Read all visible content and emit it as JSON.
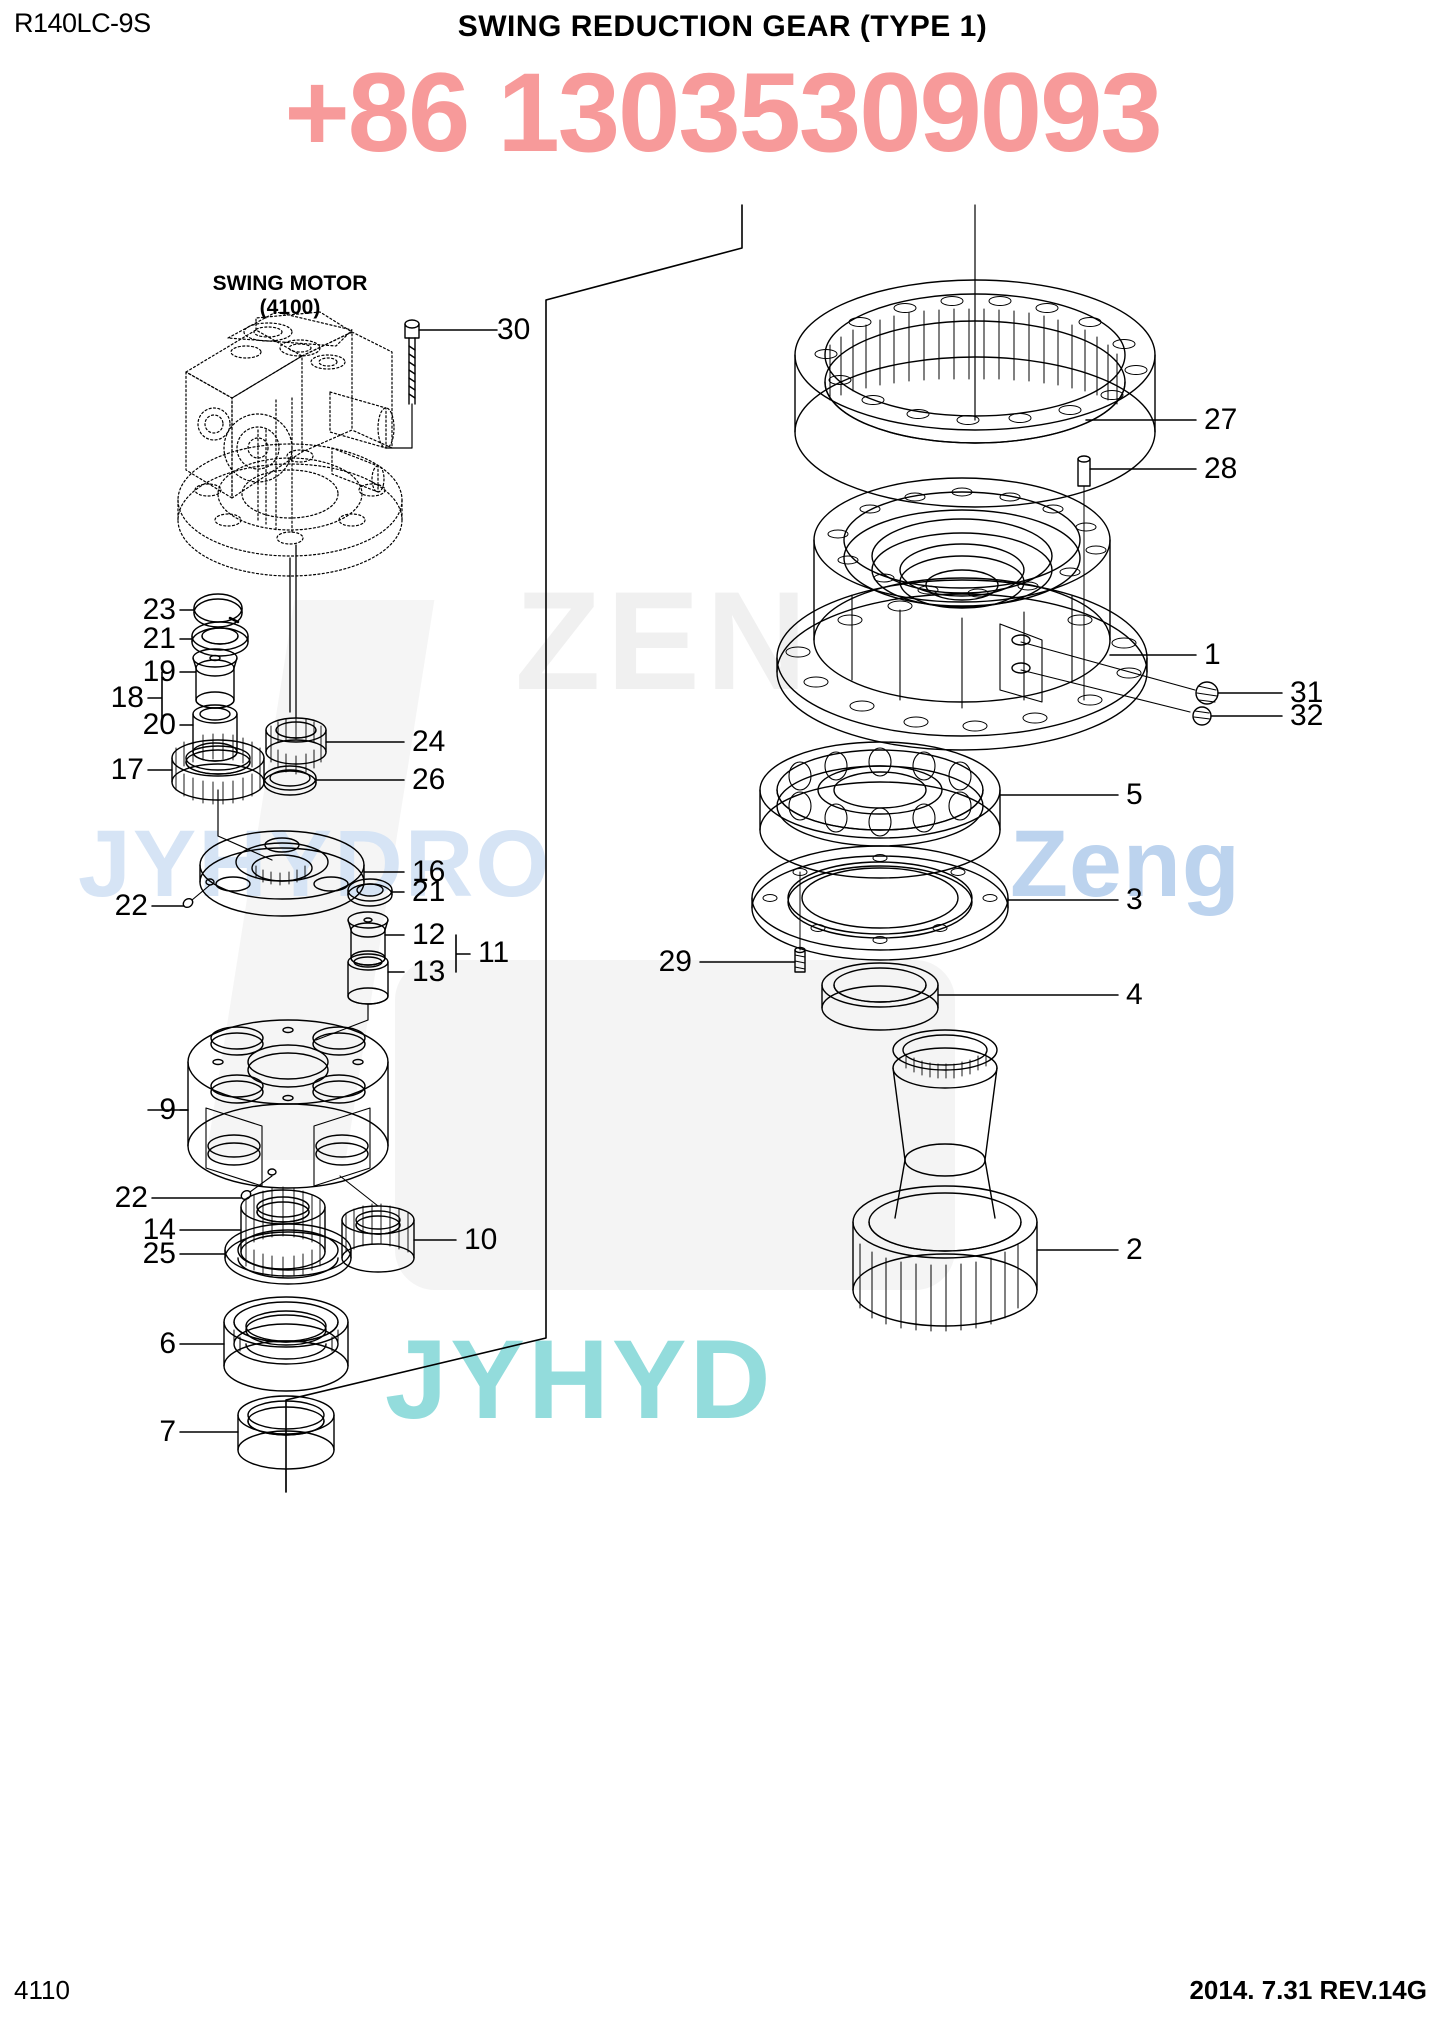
{
  "header": {
    "model_code": "R140LC-9S",
    "title": "SWING REDUCTION GEAR (TYPE 1)"
  },
  "watermarks": {
    "phone": "+86 13035309093",
    "brand_left": "JYHYDRO",
    "brand_right": "Zeng",
    "brand_big": "JYHYD",
    "brand_grey": "ZEN"
  },
  "footer": {
    "sheet_number": "4110",
    "revision": "2014. 7.31  REV.14G"
  },
  "assembly": {
    "unit_label_line1": "SWING MOTOR",
    "unit_label_line2": "(4100)"
  },
  "callouts": [
    {
      "id": "30",
      "label": "30"
    },
    {
      "id": "27",
      "label": "27"
    },
    {
      "id": "28",
      "label": "28"
    },
    {
      "id": "1",
      "label": "1"
    },
    {
      "id": "31",
      "label": "31"
    },
    {
      "id": "32",
      "label": "32"
    },
    {
      "id": "5",
      "label": "5"
    },
    {
      "id": "3",
      "label": "3"
    },
    {
      "id": "29",
      "label": "29"
    },
    {
      "id": "4",
      "label": "4"
    },
    {
      "id": "2",
      "label": "2"
    },
    {
      "id": "23",
      "label": "23"
    },
    {
      "id": "21a",
      "label": "21"
    },
    {
      "id": "19",
      "label": "19"
    },
    {
      "id": "18",
      "label": "18"
    },
    {
      "id": "20",
      "label": "20"
    },
    {
      "id": "17",
      "label": "17"
    },
    {
      "id": "24",
      "label": "24"
    },
    {
      "id": "26",
      "label": "26"
    },
    {
      "id": "16",
      "label": "16"
    },
    {
      "id": "22a",
      "label": "22"
    },
    {
      "id": "21b",
      "label": "21"
    },
    {
      "id": "14",
      "label": "14"
    },
    {
      "id": "12",
      "label": "12"
    },
    {
      "id": "11",
      "label": "11"
    },
    {
      "id": "13",
      "label": "13"
    },
    {
      "id": "9",
      "label": "9"
    },
    {
      "id": "22b",
      "label": "22"
    },
    {
      "id": "25",
      "label": "25"
    },
    {
      "id": "10",
      "label": "10"
    },
    {
      "id": "6",
      "label": "6"
    },
    {
      "id": "7",
      "label": "7"
    }
  ],
  "colors": {
    "line": "#000000",
    "phone_pink": "#f79a9a",
    "wm_blue": "#d6e4f5",
    "wm_teal": "#93dcdc"
  }
}
